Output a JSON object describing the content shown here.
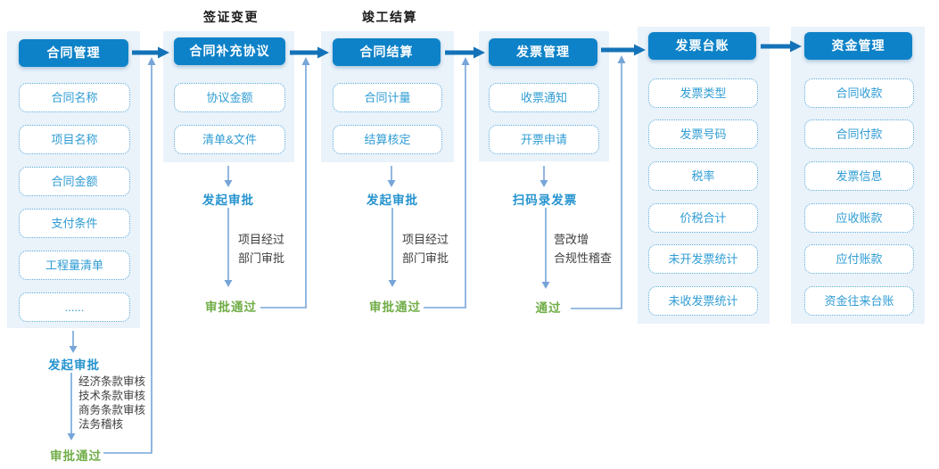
{
  "labels": {
    "visa_change": "签证变更",
    "completion_settlement": "竣工结算"
  },
  "columns": [
    {
      "header": "合同管理",
      "items": [
        "合同名称",
        "项目名称",
        "合同金额",
        "支付条件",
        "工程量清单",
        "......"
      ]
    },
    {
      "header": "合同补充协议",
      "items": [
        "协议金额",
        "清单&文件"
      ]
    },
    {
      "header": "合同结算",
      "items": [
        "合同计量",
        "结算核定"
      ]
    },
    {
      "header": "发票管理",
      "items": [
        "收票通知",
        "开票申请"
      ]
    },
    {
      "header": "发票台账",
      "items": [
        "发票类型",
        "发票号码",
        "税率",
        "价税合计",
        "未开发票统计",
        "未收发票统计"
      ]
    },
    {
      "header": "资金管理",
      "items": [
        "合同收款",
        "合同付款",
        "发票信息",
        "应收账款",
        "应付账款",
        "资金往来台账"
      ]
    }
  ],
  "flows": [
    {
      "start": "发起审批",
      "steps": "经济条款审核\n技术条款审核\n商务条款审核\n法务稽核",
      "end": "审批通过"
    },
    {
      "start": "发起审批",
      "steps": "项目经过\n部门审批",
      "end": "审批通过"
    },
    {
      "start": "发起审批",
      "steps": "项目经过\n部门审批",
      "end": "审批通过"
    },
    {
      "start": "扫码录发票",
      "steps": "营改增\n合规性稽查",
      "end": "通过"
    }
  ],
  "colors": {
    "header_bg": "#0e82c8",
    "panel_bg": "#eaf2fa",
    "item_border": "#55a8da",
    "item_text": "#2f9cd4",
    "thick": "#1473b8",
    "thin": "#76a5d8",
    "green": "#70ad47",
    "step_blue": "#2593cf",
    "note_text": "#3f3f3f",
    "label_text": "#1a1a1a"
  }
}
